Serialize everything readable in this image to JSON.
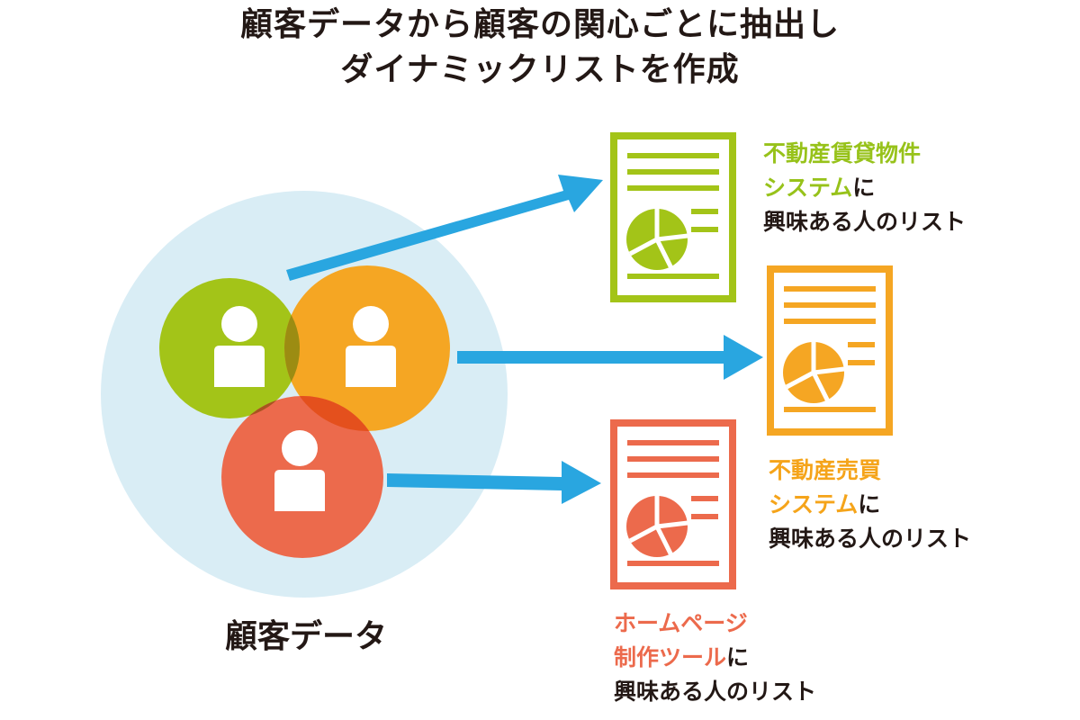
{
  "title": {
    "line1": "顧客データから顧客の関心ごとに抽出し",
    "line2": "ダイナミックリストを作成"
  },
  "customer_data_label": "顧客データ",
  "lists": {
    "rental": {
      "name_line1": "不動産賃貸物件",
      "name_line2": "システム",
      "particle": "に",
      "suffix": "興味ある人のリスト",
      "color": "#a3c418"
    },
    "sales": {
      "name_line1": "不動産売買",
      "name_line2": "システム",
      "particle": "に",
      "suffix": "興味ある人のリスト",
      "color": "#f5a623"
    },
    "homepage": {
      "name_line1": "ホームページ",
      "name_line2": "制作ツール",
      "particle": "に",
      "suffix": "興味ある人のリスト",
      "color": "#ec6a4c"
    }
  },
  "colors": {
    "outer_circle": "#d9edf5",
    "arrow": "#29a6e0",
    "green": "#a3c418",
    "orange": "#f5a623",
    "red": "#ec6a4c",
    "green_orange_overlap": "#9c8c12",
    "green_red_overlap": "#a85420",
    "orange_red_overlap": "#e4501d",
    "center_overlap": "#8a4a18",
    "text": "#231815"
  },
  "icons": {
    "person": "person-icon",
    "document": "document-icon",
    "pie": "pie-chart-icon",
    "arrow": "arrow-right-icon"
  }
}
